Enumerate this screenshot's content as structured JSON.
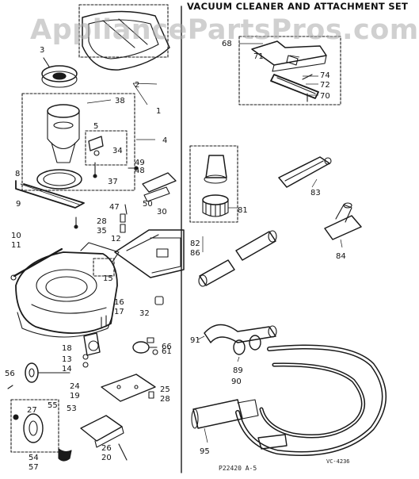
{
  "title": "VACUUM CLEANER AND ATTACHMENT SET",
  "watermark": "AppliancePartsPros.com",
  "footer": {
    "left": "P22420 A-5",
    "right": "VC-4236"
  },
  "parts": {
    "p1": "1",
    "p2": "2",
    "p3": "3",
    "p4": "4",
    "p5": "5",
    "p8": "8",
    "p9": "9",
    "p10": "10",
    "p11": "11",
    "p12": "12",
    "p13": "13",
    "p14": "14",
    "p15": "15",
    "p16": "16",
    "p17": "17",
    "p18": "18",
    "p19": "19",
    "p20": "20",
    "p24": "24",
    "p25": "25",
    "p26": "26",
    "p27": "27",
    "p28a": "28",
    "p28b": "28",
    "p30": "30",
    "p32": "32",
    "p34": "34",
    "p35": "35",
    "p37": "37",
    "p38": "38",
    "p47": "47",
    "p48": "48",
    "p49": "49",
    "p50": "50",
    "p53": "53",
    "p54": "54",
    "p55": "55",
    "p56": "56",
    "p57": "57",
    "p61": "61",
    "p66": "66",
    "p68": "68",
    "p70": "70",
    "p71": "71",
    "p72": "72",
    "p74": "74",
    "p81": "81",
    "p82": "82",
    "p83": "83",
    "p84": "84",
    "p86": "86",
    "p89": "89",
    "p90": "90",
    "p91": "91",
    "p95": "95"
  },
  "colors": {
    "ink": "#1a1a1a",
    "paper": "#ffffff",
    "watermark": "#aaaaaa"
  }
}
